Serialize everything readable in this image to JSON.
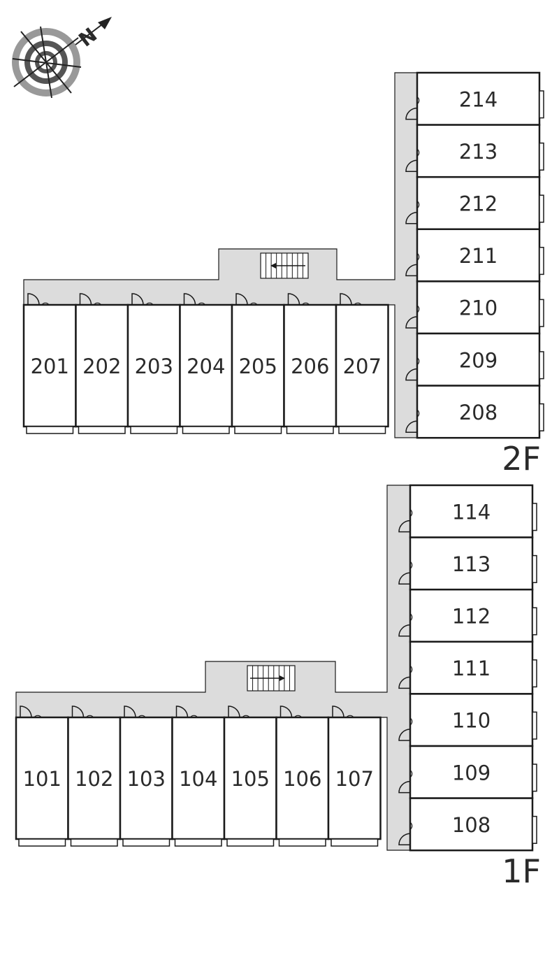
{
  "compass": {
    "north_label": "N",
    "icon": "compass-rose-icon"
  },
  "colors": {
    "corridor": "#dcdcdc",
    "line": "#1a1a1a",
    "unit_fill": "#ffffff"
  },
  "floors": [
    {
      "id": "2F",
      "label": "2F",
      "units_front": [
        "201",
        "202",
        "203",
        "204",
        "205",
        "206",
        "207"
      ],
      "units_wing": [
        "214",
        "213",
        "212",
        "211",
        "210",
        "209",
        "208"
      ],
      "stairs": "stairs-icon"
    },
    {
      "id": "1F",
      "label": "1F",
      "units_front": [
        "101",
        "102",
        "103",
        "104",
        "105",
        "106",
        "107"
      ],
      "units_wing": [
        "114",
        "113",
        "112",
        "111",
        "110",
        "109",
        "108"
      ],
      "stairs": "stairs-icon"
    }
  ]
}
